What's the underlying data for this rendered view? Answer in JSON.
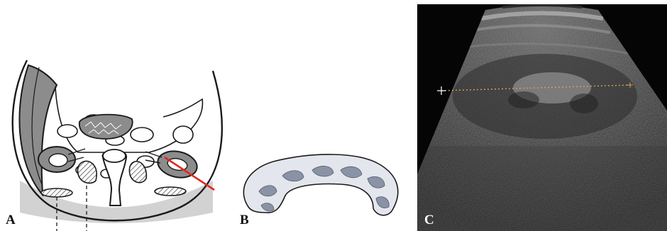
{
  "panels": [
    {
      "id": "A",
      "label": "A"
    },
    {
      "id": "B",
      "label": "B"
    },
    {
      "id": "C",
      "label": "C"
    }
  ],
  "colors": {
    "outline": "#1a1a1a",
    "hatch_gray": "#8c8c8c",
    "fill_light_gray": "#cfcfcf",
    "transducer_line": "#e0281e",
    "ultrasound_background": "#050505",
    "measurement_dots": "#d8a060"
  },
  "icons": {
    "measurement_cursor": "plus-cursor-icon"
  }
}
